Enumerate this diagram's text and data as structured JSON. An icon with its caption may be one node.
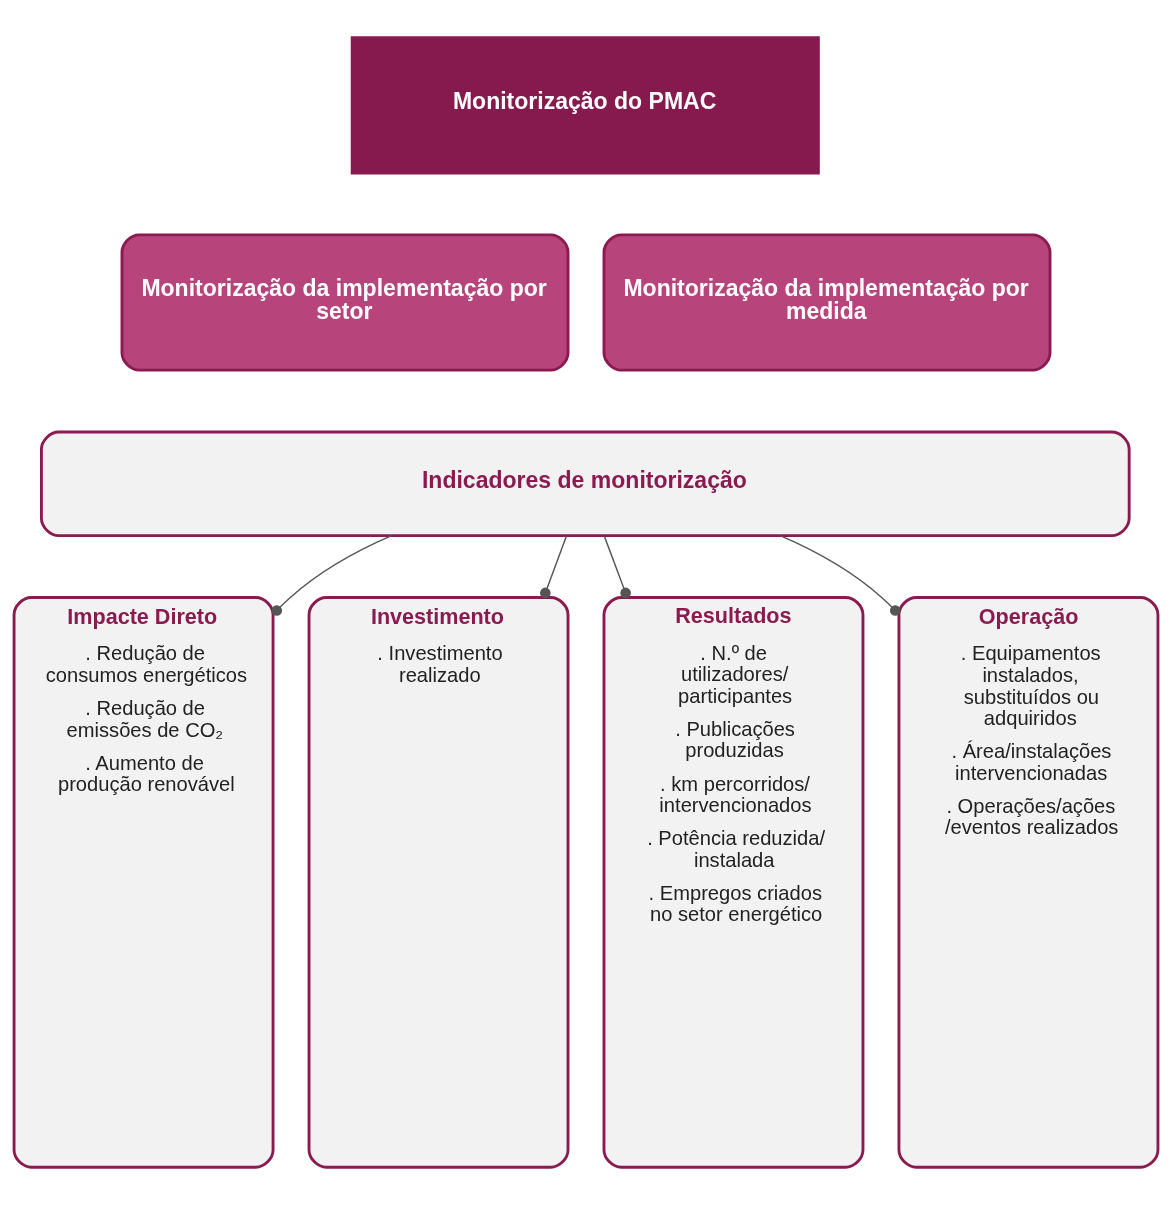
{
  "diagram": {
    "nodes": [
      {
        "text": [
          "Monitorização do PMAC"
        ]
      },
      {
        "text": [
          "Monitorização da implementação por setor"
        ]
      },
      {
        "text": [
          "Monitorização da implementação por medida"
        ]
      },
      {
        "text": [
          "Indicadores de monitorização"
        ]
      },
      {
        "text": [
          "Impacte Direto",
          ". Redução de consumos energéticos",
          ". Redução de emissões de CO₂",
          ". Aumento de produção renovável"
        ]
      },
      {
        "text": [
          "Investimento",
          ". Investimento realizado"
        ]
      },
      {
        "text": [
          "Resultados",
          ". N.º de utilizadores/ participantes",
          ". Publicações produzidas",
          ". km percorridos/ intervencionados",
          ". Potência reduzida/ instalada",
          ". Empregos criados no setor energético"
        ]
      },
      {
        "text": [
          "Operação",
          ". Equipamentos instalados, substituídos ou adquiridos",
          ". Área/instalações intervencionadas",
          ". Operações/ações /eventos realizados"
        ]
      }
    ],
    "edges": [
      {
        "from": 3,
        "to": 4,
        "arrow": "other"
      },
      {
        "from": 3,
        "to": 5,
        "arrow": "other"
      },
      {
        "from": 3,
        "to": 6,
        "arrow": "other"
      },
      {
        "from": 3,
        "to": 7,
        "arrow": "other"
      }
    ]
  }
}
